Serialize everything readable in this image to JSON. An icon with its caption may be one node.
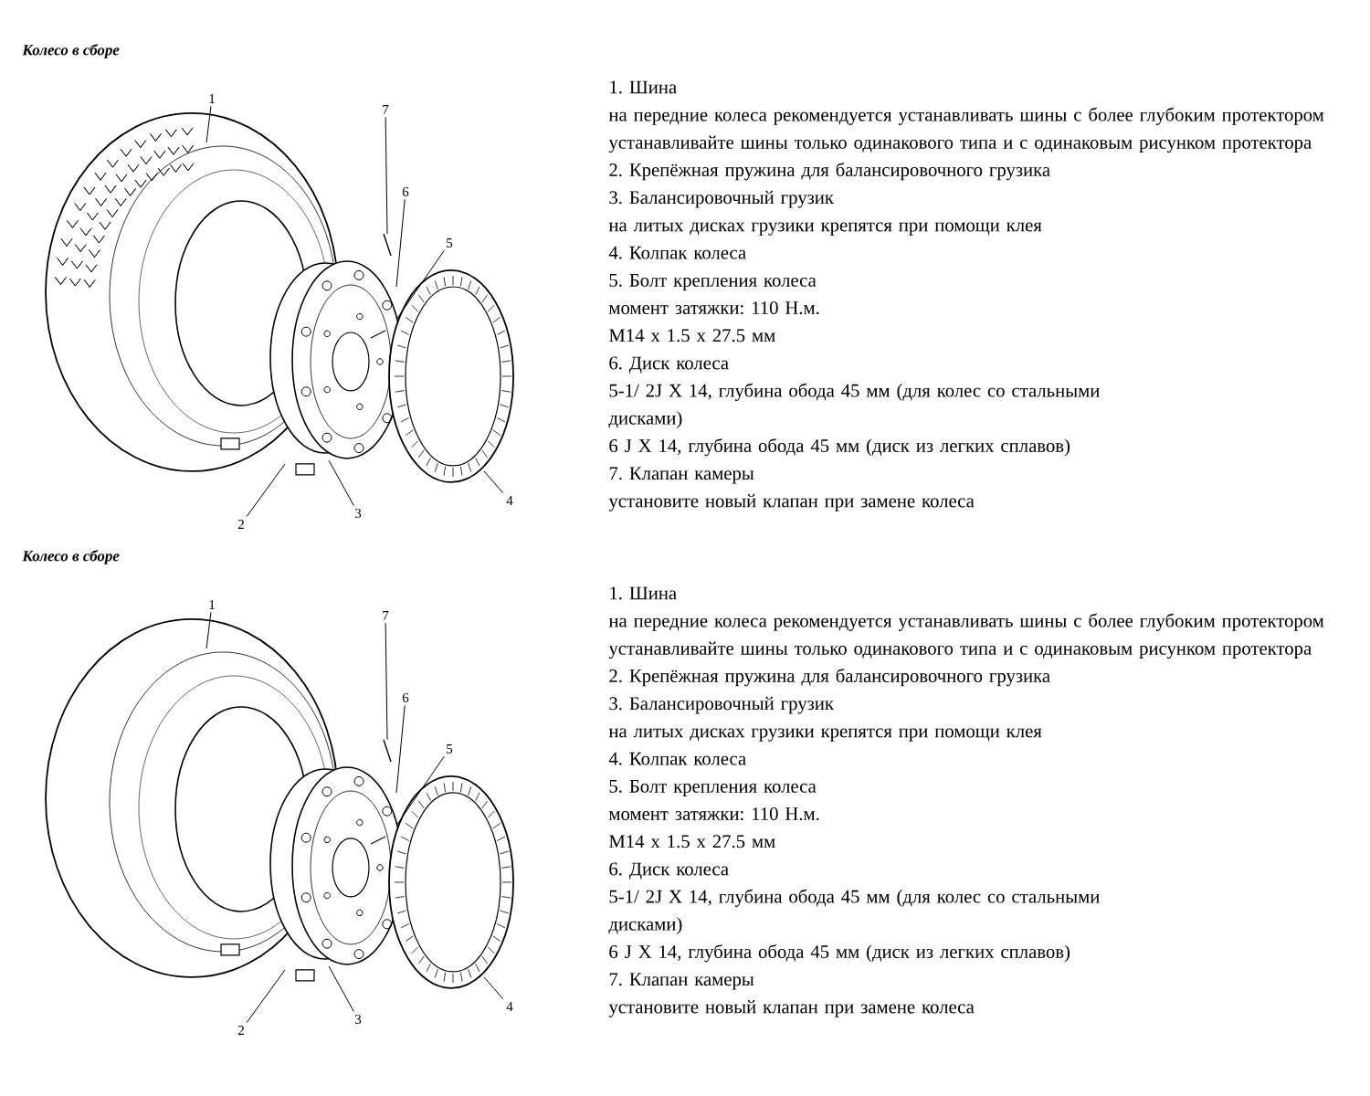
{
  "diagram": {
    "title": "Колесо в сборе",
    "nodes": [
      {
        "text": [
          "1"
        ]
      },
      {
        "text": [
          "2"
        ]
      },
      {
        "text": [
          "3"
        ]
      },
      {
        "text": [
          "4"
        ]
      },
      {
        "text": [
          "5"
        ]
      },
      {
        "text": [
          "6"
        ]
      },
      {
        "text": [
          "7"
        ]
      },
      {
        "text": [
          "1"
        ]
      },
      {
        "text": [
          "2"
        ]
      },
      {
        "text": [
          "3"
        ]
      },
      {
        "text": [
          "4"
        ]
      },
      {
        "text": [
          "5"
        ]
      },
      {
        "text": [
          "6"
        ]
      },
      {
        "text": [
          "7"
        ]
      }
    ],
    "edges": [
      {
        "from": 0,
        "to": null,
        "arrow": "none"
      },
      {
        "from": 1,
        "to": null,
        "arrow": "none"
      },
      {
        "from": 2,
        "to": null,
        "arrow": "none"
      },
      {
        "from": 3,
        "to": null,
        "arrow": "none"
      },
      {
        "from": 4,
        "to": null,
        "arrow": "none"
      },
      {
        "from": 5,
        "to": null,
        "arrow": "none"
      },
      {
        "from": 6,
        "to": null,
        "arrow": "none"
      },
      {
        "from": 7,
        "to": null,
        "arrow": "none"
      },
      {
        "from": 8,
        "to": null,
        "arrow": "none"
      },
      {
        "from": 9,
        "to": null,
        "arrow": "none"
      },
      {
        "from": 10,
        "to": null,
        "arrow": "none"
      },
      {
        "from": 11,
        "to": null,
        "arrow": "none"
      },
      {
        "from": 12,
        "to": null,
        "arrow": "none"
      },
      {
        "from": 13,
        "to": null,
        "arrow": "none"
      }
    ],
    "labels": [
      "1. Шина",
      "на передние колеса рекомендуется устанавливать шины с более глубоким протектором",
      "устанавливайте шины только одинакового типа и с одинаковым рисунком протектора",
      "2. Крепёжная пружина для балансировочного грузика",
      "3. Балансировочный грузик",
      "на литых дисках грузики крепятся при помощи клея",
      "4. Колпак колеса",
      "5. Болт крепления колеса",
      "момент затяжки: 110 Н.м.",
      "M14 x 1.5 x 27.5 мм",
      "6. Диск колеса",
      "5-1/ 2J X 14, глубина обода 45 мм (для колес со стальными дисками)",
      "6 J X 14, глубина обода 45 мм (диск из легких сплавов)",
      "7. Клапан камеры",
      "установите новый клапан при замене колеса",
      "Колесо в сборе",
      "1. Шина",
      "на передние колеса рекомендуется устанавливать шины с более глубоким протектором",
      "устанавливайте шины только одинакового типа и с одинаковым рисунком протектора",
      "2. Крепёжная пружина для балансировочного грузика",
      "3. Балансировочный грузик",
      "на литых дисках грузики крепятся при помощи клея",
      "4. Колпак колеса",
      "5. Болт крепления колеса",
      "момент затяжки: 110 Н.м.",
      "M14 x 1.5 x 27.5 мм",
      "6. Диск колеса",
      "5-1/ 2J X 14, глубина обода 45 мм (для колес со стальными дисками)",
      "6 J X 14, глубина обода 45 мм (диск из легких сплавов)",
      "7. Клапан камеры",
      "установите новый клапан при замене колеса"
    ]
  }
}
